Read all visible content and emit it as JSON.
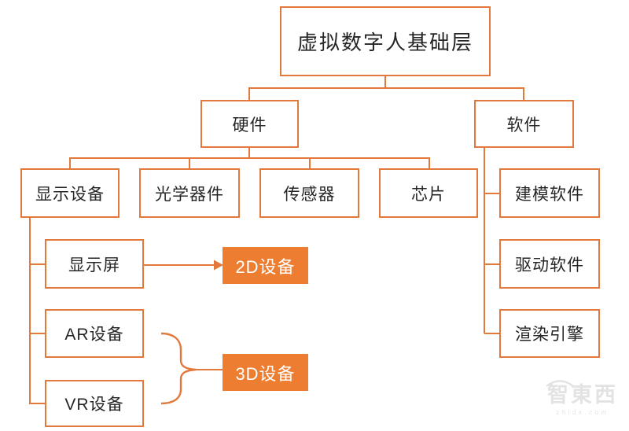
{
  "diagram": {
    "title": "虚拟数字人基础层",
    "colors": {
      "line": "#E2783C",
      "node_fill": "#ED7D31",
      "node_text": "#262626",
      "highlight_text": "#FFFFFF",
      "watermark": "#E3E3E3"
    },
    "nodes": {
      "root": {
        "label": "虚拟数字人基础层"
      },
      "hardware": {
        "label": "硬件"
      },
      "software": {
        "label": "软件"
      },
      "display_device": {
        "label": "显示设备"
      },
      "optical_components": {
        "label": "光学器件"
      },
      "sensor": {
        "label": "传感器"
      },
      "chip": {
        "label": "芯片"
      },
      "modeling_software": {
        "label": "建模软件"
      },
      "driver_software": {
        "label": "驱动软件"
      },
      "rendering_engine": {
        "label": "渲染引擎"
      },
      "display_screen": {
        "label": "显示屏"
      },
      "ar_device": {
        "label": "AR设备"
      },
      "vr_device": {
        "label": "VR设备"
      },
      "device_2d": {
        "label": "2D设备"
      },
      "device_3d": {
        "label": "3D设备"
      }
    },
    "hierarchy": {
      "root": [
        "hardware",
        "software"
      ],
      "hardware": [
        "display_device",
        "optical_components",
        "sensor",
        "chip"
      ],
      "software": [
        "modeling_software",
        "driver_software",
        "rendering_engine"
      ],
      "display_device": [
        "display_screen",
        "ar_device",
        "vr_device"
      ],
      "arrow": {
        "from": "display_screen",
        "to": "device_2d"
      },
      "brace_group": {
        "members": [
          "ar_device",
          "vr_device"
        ],
        "to": "device_3d"
      }
    },
    "watermark": {
      "logo": "智東西",
      "url": "zhidx.com"
    }
  }
}
